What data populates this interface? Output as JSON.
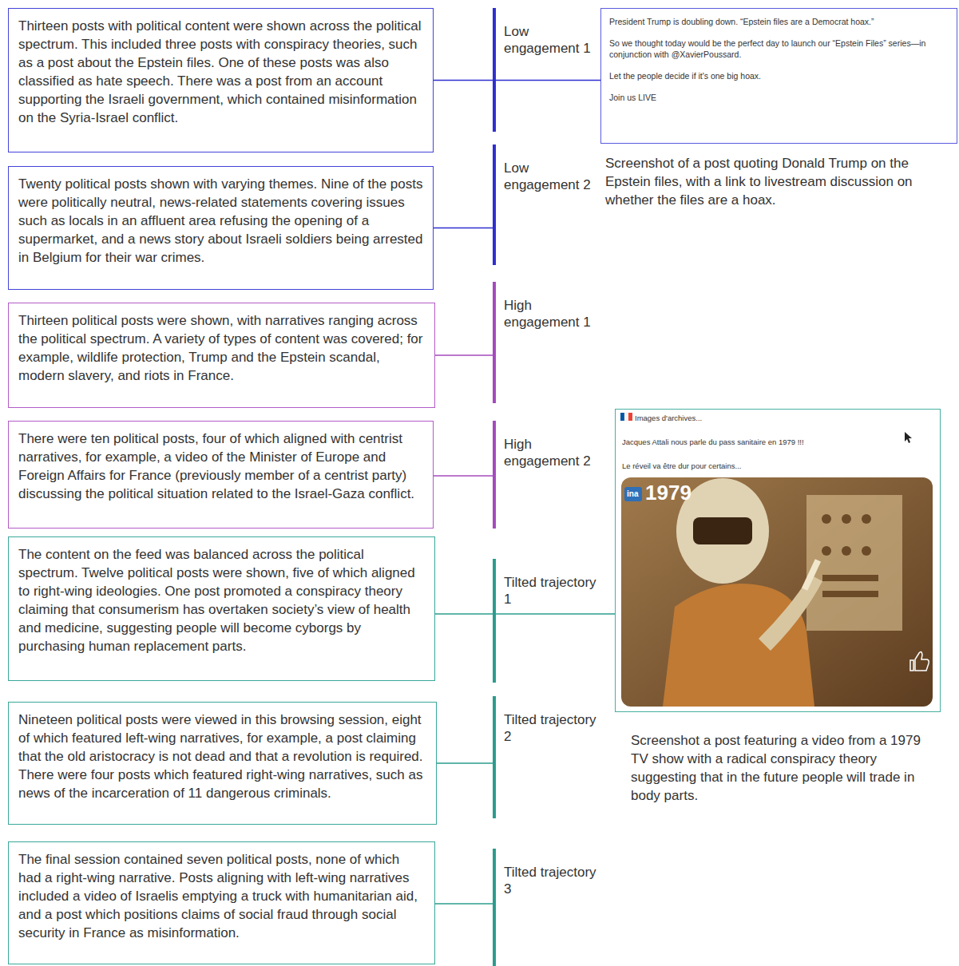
{
  "diagram": {
    "nodes": [
      {
        "text": [
          "Thirteen posts with political content were shown across the political spectrum. This included three posts with conspiracy theories, such as a post about the Epstein files. One of these posts was also classified as hate speech. There was a post from an account supporting the Israeli government, which contained misinformation on the Syria-Israel conflict."
        ]
      },
      {
        "text": [
          "Twenty political posts shown with varying themes. Nine of the posts were politically neutral, news-related statements covering issues such as locals in an affluent area refusing the opening of a supermarket, and a news story about Israeli soldiers being arrested in Belgium for their war crimes."
        ]
      },
      {
        "text": [
          "Thirteen political posts were shown, with narratives ranging across the political spectrum. A variety of types of content was covered; for example, wildlife protection, Trump and the Epstein scandal, modern slavery, and riots in France."
        ]
      },
      {
        "text": [
          "There were ten political posts, four of which aligned with centrist narratives, for example, a video of the Minister of Europe and Foreign Affairs for France (previously member of a centrist party) discussing the political situation related to the Israel-Gaza conflict."
        ]
      },
      {
        "text": [
          "The content on the feed was balanced across the political spectrum. Twelve political posts were shown, five of which aligned to right-wing ideologies. One post promoted a conspiracy theory claiming that consumerism has overtaken society’s view of health and medicine, suggesting people will become cyborgs by purchasing human replacement parts."
        ]
      },
      {
        "text": [
          "Nineteen political posts were viewed in this browsing session, eight of which featured left-wing narratives, for example, a post claiming that the old aristocracy is not dead and that a revolution is required. There were four posts which featured right-wing narratives, such as news of the incarceration of 11 dangerous criminals."
        ]
      },
      {
        "text": [
          "The final session contained seven political posts, none of which had a right-wing narrative. Posts aligning with left-wing narratives included a video of Israelis emptying a truck with humanitarian aid, and a post which positions claims of social fraud through social security in France as misinformation."
        ]
      },
      {
        "text": [
          "Low engagement 1"
        ]
      },
      {
        "text": [
          "Low engagement 2"
        ]
      },
      {
        "text": [
          "High engagement 1"
        ]
      },
      {
        "text": [
          "High engagement 2"
        ]
      },
      {
        "text": [
          "Tilted trajectory 1"
        ]
      },
      {
        "text": [
          "Tilted trajectory 2"
        ]
      },
      {
        "text": [
          "Tilted trajectory 3"
        ]
      },
      {
        "text": [
          "President Trump is doubling down. “Epstein files are a Democrat hoax.”",
          "So we thought today would be the perfect day to launch our “Epstein Files” series—in conjunction with @XavierPoussard.",
          "Let the people decide if it's one big hoax.",
          "Join us LIVE"
        ]
      },
      {
        "text": [
          "Images d'archives...",
          "Jacques Attali nous parle du pass sanitaire en 1979 !!!",
          "Le réveil va être dur pour certains..."
        ]
      }
    ],
    "edges": [
      {
        "from": 0,
        "to": 7,
        "arrow": "none"
      },
      {
        "from": 1,
        "to": 8,
        "arrow": "none"
      },
      {
        "from": 2,
        "to": 9,
        "arrow": "none"
      },
      {
        "from": 3,
        "to": 10,
        "arrow": "none"
      },
      {
        "from": 4,
        "to": 11,
        "arrow": "none"
      },
      {
        "from": 5,
        "to": 12,
        "arrow": "none"
      },
      {
        "from": 6,
        "to": 13,
        "arrow": "none"
      },
      {
        "from": 7,
        "to": 14,
        "arrow": "none"
      },
      {
        "from": 11,
        "to": 15,
        "arrow": "none"
      }
    ],
    "labels": [
      "Screenshot of a post quoting Donald Trump on the Epstein files, with a link to livestream discussion on whether the files are a hoax.",
      "ina",
      "1979",
      "Screenshot a post featuring a video from a 1979 TV show with a radical conspiracy theory suggesting that in the future people will trade in body parts."
    ]
  }
}
